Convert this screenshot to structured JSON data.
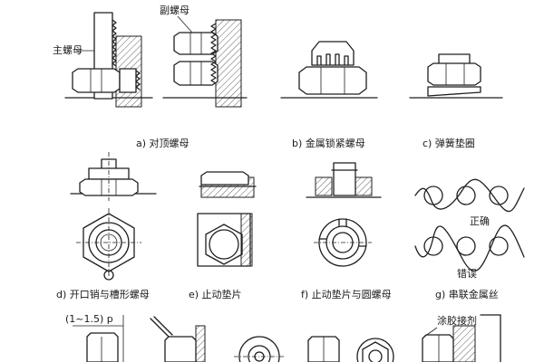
{
  "figure": {
    "captions": {
      "a": "a) 对顶螺母",
      "b": "b) 金属锁紧螺母",
      "c": "c) 弹簧垫圈",
      "d": "d) 开口销与槽形螺母",
      "e": "e) 止动垫片",
      "f": "f) 止动垫片与圆螺母",
      "g": "g) 串联金属丝"
    },
    "labels": {
      "main_nut": "主螺母",
      "secondary_nut": "副螺母",
      "correct": "正确",
      "wrong": "错误",
      "pitch_dim": "(1~1.5) p",
      "adhesive": "涂胶接剂"
    }
  }
}
